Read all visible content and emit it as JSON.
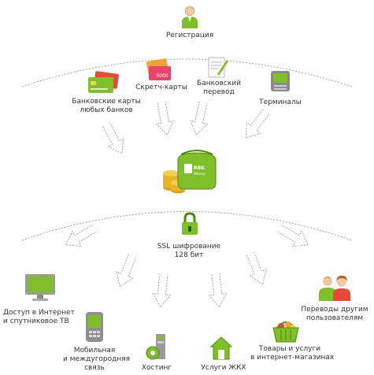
{
  "registration": "Регистрация",
  "sources": {
    "cards": [
      "Банковские карты",
      "любых банков"
    ],
    "scratch": "Скретч-карты",
    "scratch_value": "5000",
    "bank": [
      "Банковский",
      "перевод"
    ],
    "terminals": "Терминалы"
  },
  "wallet": {
    "brand_top": "RBK",
    "brand_bottom": "Money"
  },
  "ssl": [
    "SSL шифрование",
    "128 бит"
  ],
  "services": {
    "internet": [
      "Доступ в Интернет",
      "и спутниковое ТВ"
    ],
    "mobile": [
      "Мобильная",
      "и междугородняя",
      "связь"
    ],
    "hosting": "Хостинг",
    "utilities": "Услуги ЖКХ",
    "shops": [
      "Товары и услуги",
      "в интернет-магазинах"
    ],
    "transfers": [
      "Переводы другим",
      "пользователям"
    ]
  },
  "colors": {
    "brand_green": "#7fbf2a",
    "dark_green": "#4e8a12",
    "arrow_stroke": "#8a8a8a"
  }
}
